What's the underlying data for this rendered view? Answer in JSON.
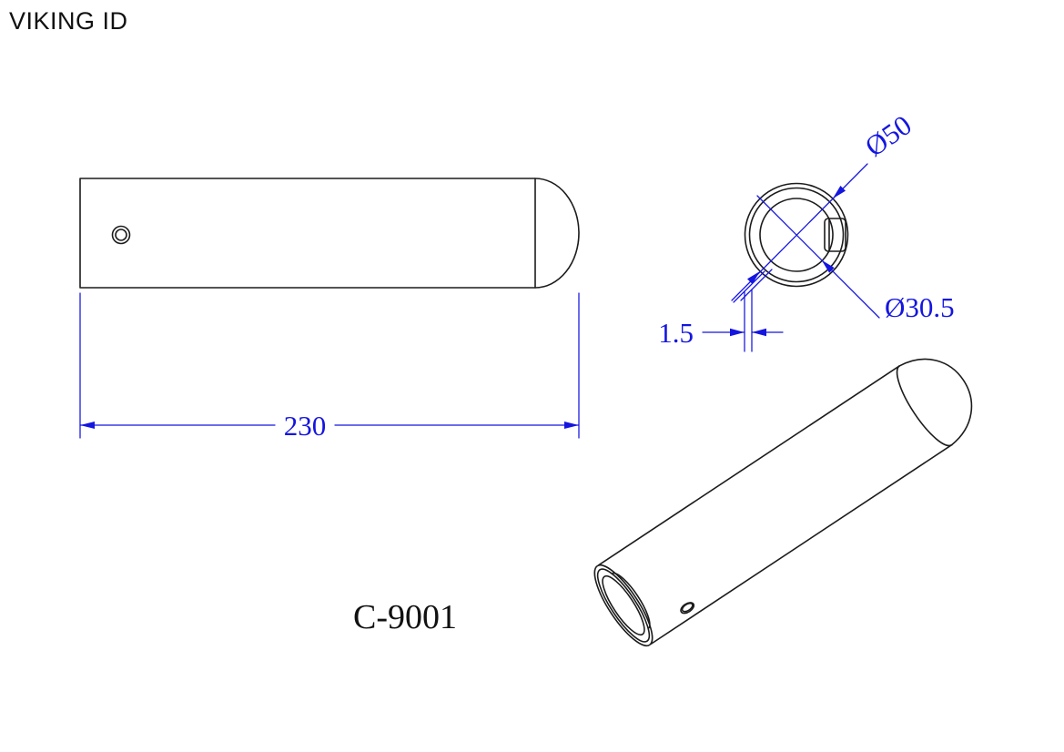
{
  "title": "VIKING ID",
  "part_number": "C-9001",
  "dimensions": {
    "overall_length": "230",
    "outer_diameter": "Ø50",
    "bore_diameter": "Ø30.5",
    "wall_thickness": "1.5"
  },
  "colors": {
    "geometry": "#1c1c1c",
    "dimension": "#1515e0",
    "label": "#111111",
    "background": "#ffffff"
  }
}
